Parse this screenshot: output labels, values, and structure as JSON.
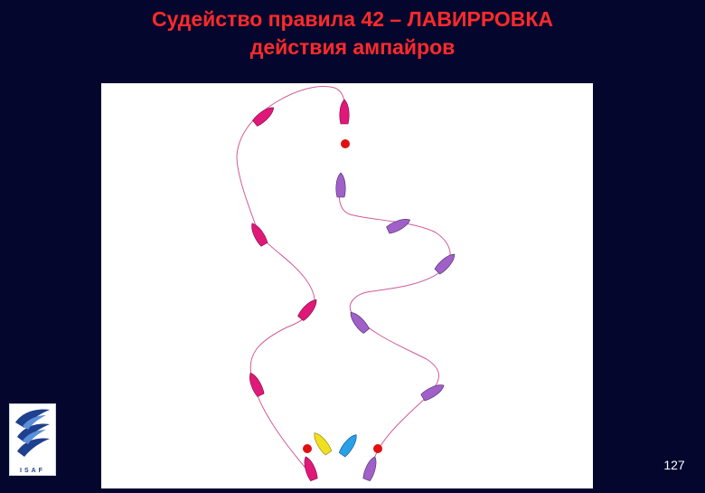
{
  "slide": {
    "title_line1": "Судейство правила 42 – ЛАВИРРОВКА",
    "title_line2": "действия ампайров",
    "page_number": "127"
  },
  "logo": {
    "text": "ISAF"
  },
  "colors": {
    "background": "#04062e",
    "title": "#ff2a2a",
    "boat_magenta": "#e0187a",
    "boat_purple": "#a060c8",
    "umpire_yellow": "#f0e020",
    "umpire_blue": "#2aa0e8",
    "mark_red": "#e01010",
    "track_line": "#d05a9a"
  }
}
